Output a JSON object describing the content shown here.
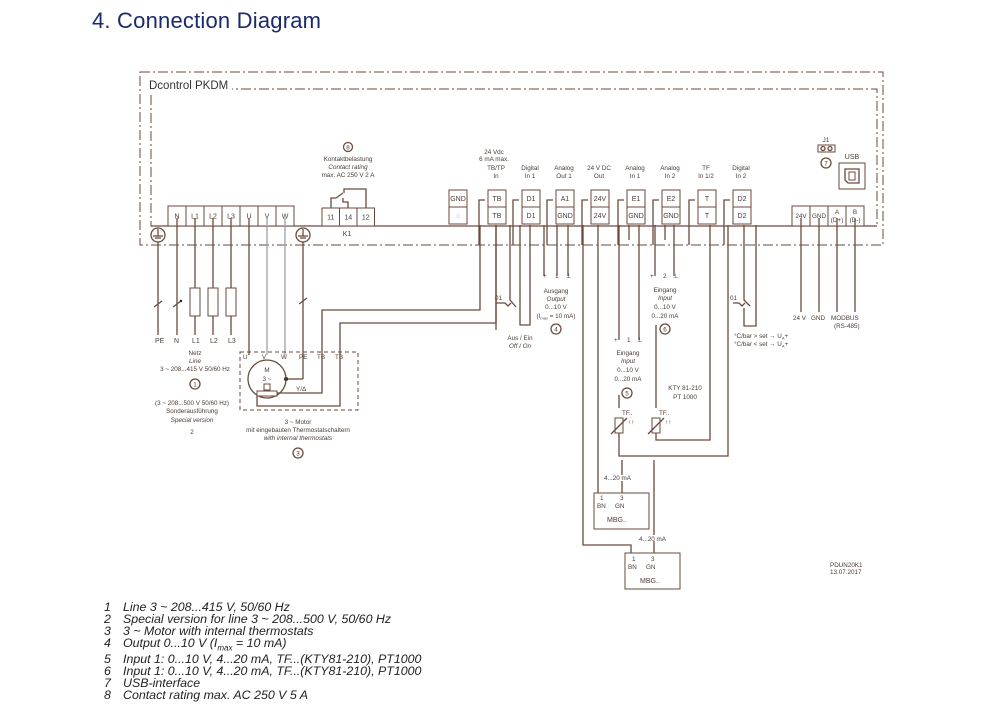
{
  "header": {
    "title": "4.  Connection Diagram"
  },
  "device": {
    "name": "Dcontrol PKDM",
    "mains_terminals": [
      "N",
      "L1",
      "L2",
      "L3",
      "U",
      "V",
      "W"
    ],
    "relay": {
      "circle": "8",
      "label_de": "Kontaktbelastung",
      "label_en": "Contact rating",
      "rating": "max. AC 250 V 2 A",
      "terminals": [
        "11",
        "14",
        "12"
      ],
      "name": "K1"
    },
    "tb_supply": {
      "line1": "24 Vdc",
      "line2": "6 mA max."
    },
    "io_groups": [
      {
        "l1": "",
        "l2": "",
        "top": "GND",
        "bottom": "◌"
      },
      {
        "l1": "TB/TP",
        "l2": "In",
        "top": "TB",
        "bottom": "TB"
      },
      {
        "l1": "Digital",
        "l2": "In 1",
        "top": "D1",
        "bottom": "D1"
      },
      {
        "l1": "Analog",
        "l2": "Out 1",
        "top": "A1",
        "bottom": "GND"
      },
      {
        "l1": "24 V DC",
        "l2": "Out",
        "top": "24V",
        "bottom": "24V"
      },
      {
        "l1": "Analog",
        "l2": "In 1",
        "top": "E1",
        "bottom": "GND"
      },
      {
        "l1": "Analog",
        "l2": "In 2",
        "top": "E2",
        "bottom": "GND"
      },
      {
        "l1": "TF",
        "l2": "In 1/2",
        "top": "T",
        "bottom": "T"
      },
      {
        "l1": "Digital",
        "l2": "In 2",
        "top": "D2",
        "bottom": "D2"
      }
    ],
    "jumper": {
      "name": "J1",
      "circle": "7"
    },
    "usb_label": "USB",
    "bus_terminals": [
      {
        "l1": "24V",
        "l2": ""
      },
      {
        "l1": "GND",
        "l2": ""
      },
      {
        "l1": "A",
        "l2": "(D+)"
      },
      {
        "l1": "B",
        "l2": "(D-)"
      }
    ]
  },
  "mains": {
    "labels": [
      "PE",
      "N",
      "L1",
      "L2",
      "L3"
    ],
    "netz": "Netz",
    "line": "Line",
    "voltage": "3 ~ 208...415 V 50/60 Hz",
    "circle": "1",
    "special_voltage": "(3 ~ 208...500 V 50/60 Hz)",
    "special_de": "Sonderausführung",
    "special_en": "Special version",
    "special_num": "2"
  },
  "motor": {
    "terminals": [
      "U",
      "V",
      "W",
      "PE",
      "TB",
      "TB"
    ],
    "symbol_m": "M",
    "symbol_phase": "3 ~",
    "connection": "Y/Δ",
    "label1": "3 ~ Motor",
    "label2": "mit eingebauten Thermostatschaltern",
    "label3": "with internal thermostats",
    "circle": "3"
  },
  "switch1": {
    "tag": "01",
    "label_de": "Aus / Ein",
    "label_en": "Off / On"
  },
  "output": {
    "pins": [
      "+",
      "1",
      "⊥"
    ],
    "de": "Ausgang",
    "en": "Output",
    "range": "0...10 V",
    "imax": "(I",
    "imax_sub": "max",
    "imax_rest": " = 10 mA)",
    "circle": "4"
  },
  "input2": {
    "pins": [
      "+",
      "2",
      "⊥"
    ],
    "de": "Eingang",
    "en": "Input",
    "r1": "0...10 V",
    "r2": "0...20 mA",
    "circle": "6"
  },
  "input1": {
    "pins": [
      "+",
      "1",
      "⊥"
    ],
    "de": "Eingang",
    "en": "Input",
    "r1": "0...10 V",
    "r2": "0...20 mA",
    "circle": "5"
  },
  "sensor": {
    "kty": "KTY 81-210",
    "pt": "PT 1000",
    "tf": "TF..",
    "theta": "ϑ",
    "arrows": "↑↑"
  },
  "switch2": {
    "tag": "01",
    "l1_a": "°C/bar > set → U",
    "l1_sub": "A",
    "l1_b": "+",
    "l2_a": "°C/bar < set → U",
    "l2_sub": "A",
    "l2_b": "+"
  },
  "bus": {
    "v24": "24 V",
    "gnd": "GND",
    "modbus": "MODBUS",
    "rs": "(RS-485)"
  },
  "mbg": [
    {
      "current": "4...20 mA",
      "p1": "1",
      "p3": "3",
      "bn": "BN",
      "gn": "GN",
      "name": "MBG.."
    },
    {
      "current": "4...20 mA",
      "p1": "1",
      "p3": "3",
      "bn": "BN",
      "gn": "GN",
      "name": "MBG.."
    }
  ],
  "drawing_ref": {
    "code": "PDUN20K1",
    "date": "13.07.2017"
  },
  "legend": [
    {
      "n": "1",
      "text": "Line 3 ~ 208...415 V, 50/60 Hz"
    },
    {
      "n": "2",
      "text": "Special version for line 3 ~ 208...500 V, 50/60 Hz"
    },
    {
      "n": "3",
      "text": "3 ~ Motor with internal thermostats"
    },
    {
      "n": "4",
      "text": "Output 0...10 V (I",
      "sub": "max",
      "rest": " = 10 mA)"
    },
    {
      "n": "5",
      "text": "Input 1: 0...10 V, 4...20 mA, TF...(KTY81-210), PT1000"
    },
    {
      "n": "6",
      "text": "Input 1: 0...10 V, 4...20 mA, TF...(KTY81-210), PT1000"
    },
    {
      "n": "7",
      "text": "USB-interface"
    },
    {
      "n": "8",
      "text": "Contact rating max. AC 250 V 5 A"
    }
  ]
}
